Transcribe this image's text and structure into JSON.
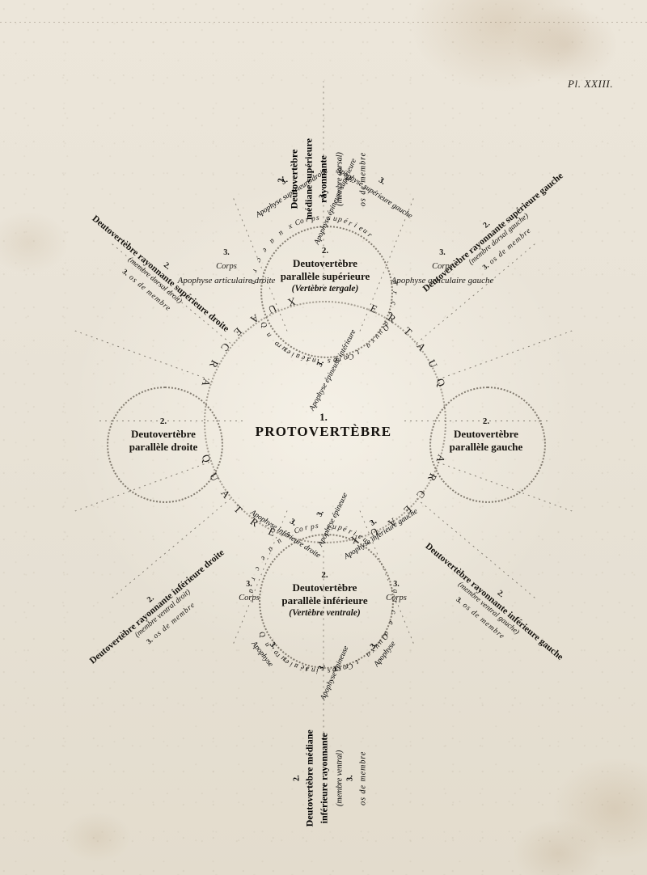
{
  "plate": {
    "number": "Pl. XXIII."
  },
  "center": {
    "number": "1.",
    "title": "PROTOVERTÈBRE"
  },
  "ring": {
    "left_word": "ARCEAUX",
    "right_word": "QUATRE",
    "lower_left_word": "QUATRE",
    "lower_right_word": "ARCEAUX",
    "full": "QUATRE ARCEAUX"
  },
  "circles": {
    "top": {
      "number": "2.",
      "line1": "Deutovertèbre",
      "line2": "parallèle supérieure",
      "line3": "(Vertèbre tergale)"
    },
    "bottom": {
      "number": "2.",
      "line1": "Deutovertèbre",
      "line2": "parallèle inférieure",
      "line3": "(Vertèbre ventrale)"
    },
    "left": {
      "number": "2.",
      "line1": "Deutovertèbre",
      "line2": "parallèle  droite"
    },
    "right": {
      "number": "2.",
      "line1": "Deutovertèbre",
      "line2": "parallèle  gauche"
    }
  },
  "inner_labels": {
    "top_left_corps": {
      "number": "3.",
      "corps": "Corps",
      "apophyse": "Apophyse articulaire droite"
    },
    "top_right_corps": {
      "number": "3.",
      "corps": "Corps",
      "apophyse": "Apophyse articulaire gauche"
    },
    "bottom_left_corps": {
      "number": "3.",
      "corps": "Corps"
    },
    "bottom_right_corps": {
      "number": "3.",
      "corps": "Corps"
    },
    "top_circle_corps_sup": {
      "number": "3.",
      "text": "Corps supérieur"
    },
    "top_circle_corps_inf": {
      "number": "3.",
      "text": "Corps intérieur"
    },
    "bottom_circle_corps_sup": {
      "number": "3.",
      "text": "Corps supérieur"
    },
    "bottom_circle_corps_inf": {
      "number": "3.",
      "text": "Corps intérieur"
    },
    "apophyse_epineuse_sup_top": {
      "number": "3.",
      "text": "Apophyse épineuse supérieure"
    },
    "apophyse_epineuse_int_top": {
      "number": "3.",
      "text": "Apophyse épineuse intérieure"
    },
    "apophyse_epineuse_center": {
      "number": "3.",
      "text": "Apophyse épineuse"
    },
    "apophyse_bottom_left": {
      "number": "3.",
      "text": "Apophyse"
    },
    "apophyse_bottom_right": {
      "number": "3.",
      "text": "Apophyse"
    },
    "apophyse_epineuse_bottom": {
      "number": "3.",
      "text": "Apophyse épineuse"
    },
    "apophyse_articulaire_lower_left": {
      "number": "3.",
      "text": "Apophyse"
    },
    "apophyse_articulaire_lower_right": {
      "number": "3.",
      "text": "Apophyse"
    },
    "apophyse_sup_droite": {
      "number": "3.",
      "text": "Apophyse supérieure droite"
    },
    "apophyse_sup_gauche": {
      "number": "3.",
      "text": "Apophyse supérieure gauche"
    },
    "apophyse_inf_droite": {
      "number": "3.",
      "text": "Apophyse inférieure droite"
    },
    "apophyse_inf_gauche": {
      "number": "3.",
      "text": "Apophyse inférieure gauche"
    }
  },
  "rays": {
    "top": {
      "number": "2.",
      "line1": "Deutovertèbre",
      "line2": "médiane supérieure",
      "line3": "rayonnante",
      "sub": "(membre dorsal)",
      "number2": "3.",
      "tail": "os de membre"
    },
    "bottom": {
      "number": "2.",
      "line1": "Deutovertèbre  médiane",
      "line2": "inférieure  rayonnante",
      "sub": "(membre ventral)",
      "number2": "3.",
      "tail": "os de membre"
    },
    "upper_left": {
      "number": "2.",
      "main": "Deutovertèbre rayonnante supérieure droite",
      "sub": "(membre dorsal droit)",
      "number2": "3.",
      "tail": "os de membre"
    },
    "upper_right": {
      "number": "2.",
      "main": "Deutovertèbre rayonnante supérieure gauche",
      "sub": "(membre dorsal gauche)",
      "number2": "3.",
      "tail": "os de membre"
    },
    "lower_left": {
      "number": "2.",
      "main": "Deutovertèbre rayonnante inférieure droite",
      "sub": "(membre ventral droit)",
      "number2": "3.",
      "tail": "os de membre"
    },
    "lower_right": {
      "number": "2.",
      "main": "Deutovertèbre rayonnante inférieure gauche",
      "sub": "(membre ventral gauche)",
      "number2": "3.",
      "tail": "os de membre"
    }
  }
}
